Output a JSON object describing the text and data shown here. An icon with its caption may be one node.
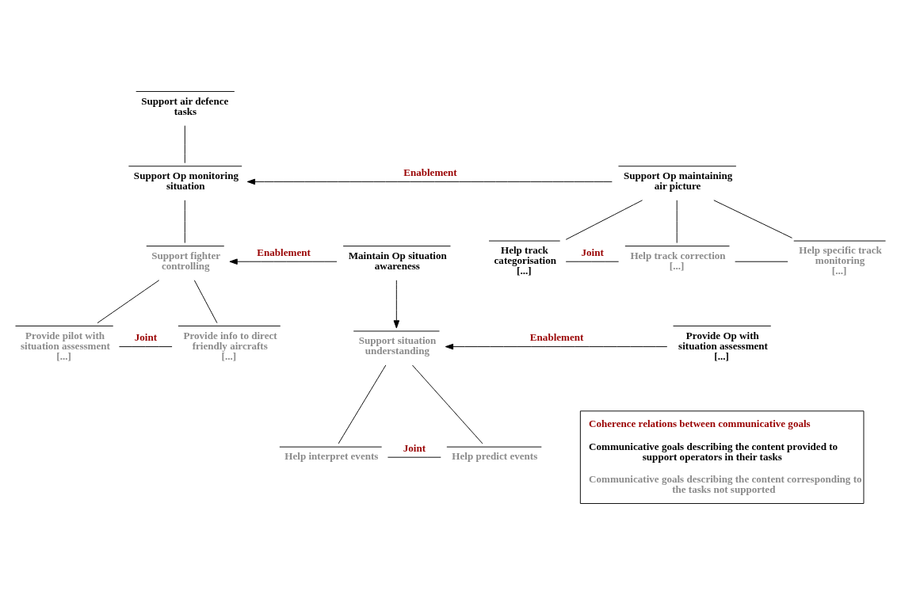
{
  "diagram": {
    "nodes": [
      {
        "text": [
          "Support air defence  tasks"
        ]
      },
      {
        "text": [
          "Support Op monitoring situation"
        ]
      },
      {
        "text": [
          "Support Op maintaining air picture"
        ]
      },
      {
        "text": [
          "Maintain Op situation awareness"
        ]
      },
      {
        "text": [
          "Support fighter controlling"
        ]
      },
      {
        "text": [
          "Help track categorisation",
          "[...]"
        ]
      },
      {
        "text": [
          "Help track correction",
          "[...]"
        ]
      },
      {
        "text": [
          "Help specific track monitoring",
          "[...]"
        ]
      },
      {
        "text": [
          "Provide pilot with situation assessment",
          "[...]"
        ]
      },
      {
        "text": [
          "Provide info to direct friendly aircrafts",
          "[...]"
        ]
      },
      {
        "text": [
          "Support situation understanding"
        ]
      },
      {
        "text": [
          "Provide Op with situation assessment",
          "[...]"
        ]
      },
      {
        "text": [
          "Help interpret events"
        ]
      },
      {
        "text": [
          "Help predict events"
        ]
      }
    ],
    "edges": [
      {
        "from": 0,
        "to": 1,
        "arrow": "none"
      },
      {
        "from": 2,
        "to": 1,
        "arrow": "to",
        "label": "Enablement"
      },
      {
        "from": 1,
        "to": 4,
        "arrow": "none"
      },
      {
        "from": 3,
        "to": 4,
        "arrow": "to",
        "label": "Enablement"
      },
      {
        "from": 2,
        "to": 5,
        "arrow": "none"
      },
      {
        "from": 2,
        "to": 6,
        "arrow": "none"
      },
      {
        "from": 2,
        "to": 7,
        "arrow": "none"
      },
      {
        "from": 5,
        "to": 6,
        "arrow": "none",
        "label": "Joint"
      },
      {
        "from": 6,
        "to": 7,
        "arrow": "none"
      },
      {
        "from": 4,
        "to": 8,
        "arrow": "none"
      },
      {
        "from": 4,
        "to": 9,
        "arrow": "none"
      },
      {
        "from": 8,
        "to": 9,
        "arrow": "none",
        "label": "Joint"
      },
      {
        "from": 3,
        "to": 10,
        "arrow": "to"
      },
      {
        "from": 11,
        "to": 10,
        "arrow": "to",
        "label": "Enablement"
      },
      {
        "from": 10,
        "to": 12,
        "arrow": "none"
      },
      {
        "from": 10,
        "to": 13,
        "arrow": "none"
      },
      {
        "from": 12,
        "to": 13,
        "arrow": "none",
        "label": "Joint"
      }
    ],
    "legend": [
      {
        "text": "Coherence relations between communicative goals",
        "color": "#990000"
      },
      {
        "text": "Communicative goals describing the content provided to support operators in their tasks",
        "color": "#000000"
      },
      {
        "text": "Communicative goals describing the content corresponding to the tasks not supported",
        "color": "#8c8c8c"
      }
    ]
  }
}
